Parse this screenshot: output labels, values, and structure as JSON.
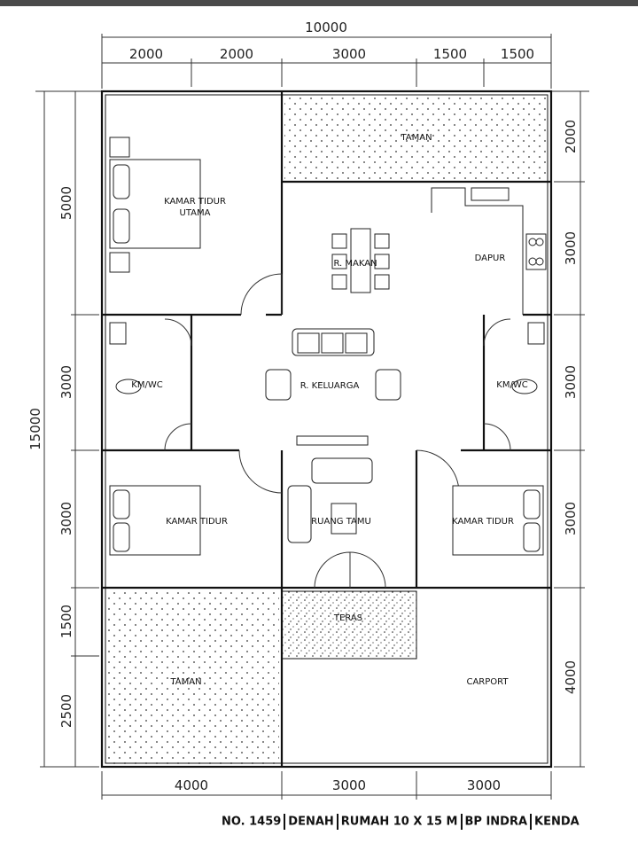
{
  "dimensions": {
    "top_total": "10000",
    "top": [
      "2000",
      "2000",
      "3000",
      "1500",
      "1500"
    ],
    "left_total": "15000",
    "left": [
      "5000",
      "3000",
      "3000",
      "1500",
      "2500"
    ],
    "right": [
      "2000",
      "3000",
      "3000",
      "3000",
      "4000"
    ],
    "bottom": [
      "4000",
      "3000",
      "3000"
    ]
  },
  "rooms": {
    "taman_top": "TAMAN",
    "master_bedroom_1": "KAMAR  TIDUR",
    "master_bedroom_2": "UTAMA",
    "dining": "R. MAKAN",
    "kitchen": "DAPUR",
    "bath_left": "KM/WC",
    "family": "R. KELUARGA",
    "bath_right": "KM/WC",
    "bedroom_left": "KAMAR  TIDUR",
    "living": "RUANG TAMU",
    "bedroom_right": "KAMAR  TIDUR",
    "terrace": "TERAS",
    "taman_bottom": "TAMAN",
    "carport": "CARPORT"
  },
  "caption": [
    "NO. 1459",
    "DENAH",
    "RUMAH 10 X 15 M",
    "BP INDRA",
    "KENDA"
  ]
}
